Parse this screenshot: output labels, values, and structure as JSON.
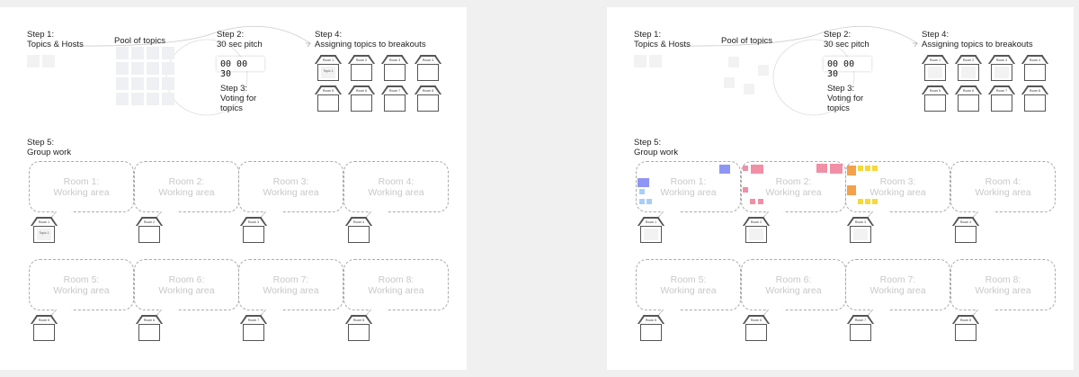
{
  "steps": {
    "step1": [
      "Step 1:",
      "Topics & Hosts"
    ],
    "pool": "Pool of topics",
    "step2": [
      "Step 2:",
      "30 sec pitch"
    ],
    "step3": [
      "Step 3:",
      "Voting for",
      "topics"
    ],
    "step4": [
      "Step 4:",
      "Assigning topics to breakouts"
    ],
    "step5": [
      "Step 5:",
      "Group work"
    ]
  },
  "timer": "00 00 30",
  "houses": [
    "Room 1",
    "Room 2",
    "Room 3",
    "Room 4",
    "Room 5",
    "Room 6",
    "Room 7",
    "Room 8"
  ],
  "areas": [
    [
      "Room 1:",
      "Working area"
    ],
    [
      "Room 2:",
      "Working area"
    ],
    [
      "Room 3:",
      "Working area"
    ],
    [
      "Room 4:",
      "Working area"
    ],
    [
      "Room 5:",
      "Working area"
    ],
    [
      "Room 6:",
      "Working area"
    ],
    [
      "Room 7:",
      "Working area"
    ],
    [
      "Room 8:",
      "Working area"
    ]
  ],
  "topic_note": "Topic 1",
  "colors": {
    "blue": "#8f95f5",
    "lightblue": "#a8cff5",
    "pink": "#f08fa5",
    "orange": "#f5a04a",
    "yellow": "#f5d93a"
  }
}
